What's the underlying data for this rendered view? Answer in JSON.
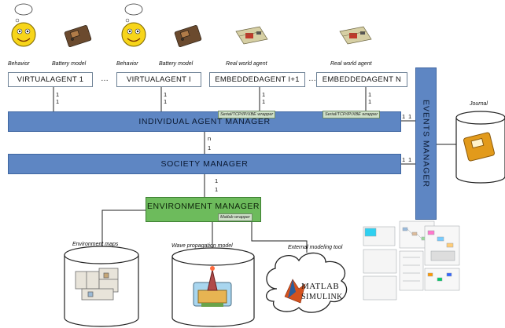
{
  "agents": {
    "virtual_1": "VIRTUALAGENT 1",
    "virtual_i": "VIRTUALAGENT I",
    "embedded_i1": "EMBEDDEDAGENT I+1",
    "embedded_n": "EMBEDDEDAGENT N",
    "ellipsis": "…"
  },
  "labels": {
    "behavior": "Behavior",
    "battery_model": "Battery model",
    "real_world_agent": "Real world agent",
    "journal": "Journal",
    "environment_maps": "Environment maps",
    "wave_propagation_model": "Wave propagation model",
    "external_modeling_tool": "External modeling tool"
  },
  "managers": {
    "individual": "INDIVIDUAL AGENT MANAGER",
    "society": "SOCIETY MANAGER",
    "environment": "ENVIRONMENT MANAGER",
    "events": "EVENTS MANAGER"
  },
  "wrappers": {
    "serial": "Serial/TCP/IP/XBE wrapper",
    "matlab": "Matlab wrapper"
  },
  "multiplicity": {
    "one": "1",
    "n": "n"
  },
  "matlab_logo": {
    "line1": "MATLAB",
    "line2": "SIMULINK"
  }
}
